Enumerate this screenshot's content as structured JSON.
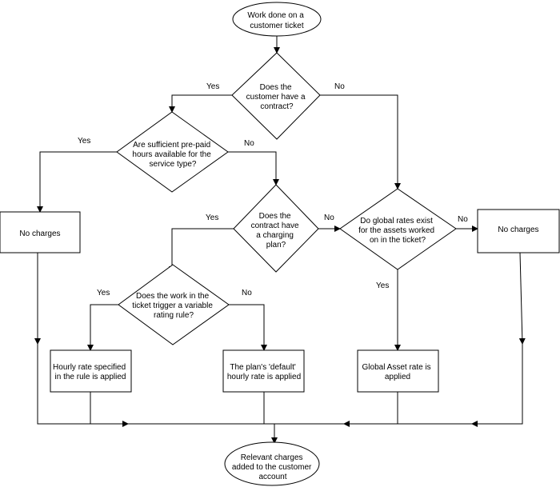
{
  "nodes": {
    "start": [
      "Work done on a",
      "customer ticket"
    ],
    "contract": [
      "Does the",
      "customer have a",
      "contract?"
    ],
    "prepaid": [
      "Are sufficient pre-paid",
      "hours available for the",
      "service type?"
    ],
    "charging_plan": [
      "Does the",
      "contract have",
      "a charging",
      "plan?"
    ],
    "global_rates": [
      "Do global rates exist",
      "for the assets worked",
      "on in the ticket?"
    ],
    "no_charges_left": [
      "No charges"
    ],
    "no_charges_right": [
      "No charges"
    ],
    "variable_rule": [
      "Does the work in the",
      "ticket trigger a variable",
      "rating rule?"
    ],
    "hourly_rule": [
      "Hourly rate specified",
      "in the rule is applied"
    ],
    "plan_default": [
      "The plan's 'default'",
      "hourly rate is applied"
    ],
    "global_asset": [
      "Global Asset rate is",
      "applied"
    ],
    "end": [
      "Relevant charges",
      "added to the customer",
      "account"
    ]
  },
  "edge_labels": {
    "contract_yes": "Yes",
    "contract_no": "No",
    "prepaid_yes": "Yes",
    "prepaid_no": "No",
    "plan_yes": "Yes",
    "plan_no": "No",
    "global_no": "No",
    "global_yes": "Yes",
    "rule_yes": "Yes",
    "rule_no": "No"
  },
  "colors": {
    "stroke": "#000000",
    "fill": "#ffffff",
    "text": "#000000"
  }
}
